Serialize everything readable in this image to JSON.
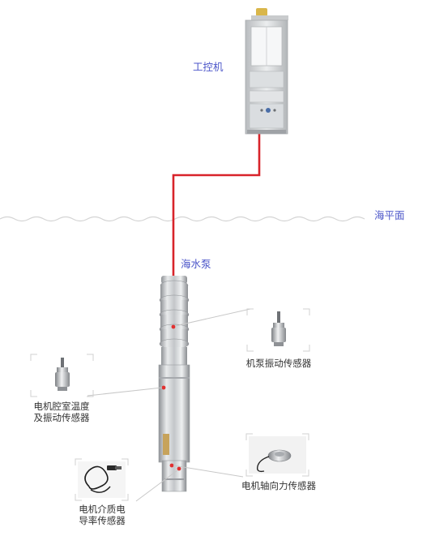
{
  "labels": {
    "ipc": "工控机",
    "sea_level": "海平面",
    "pump": "海水泵",
    "vibration_sensor": "机泵振动传感器",
    "cavity_sensor_line1": "电机腔室温度",
    "cavity_sensor_line2": "及振动传感器",
    "axial_sensor": "电机轴向力传感器",
    "conductivity_line1": "电机介质电",
    "conductivity_line2": "导率传感器"
  },
  "colors": {
    "cable": "#d8232a",
    "label_blue": "#4c56c9",
    "label_dark": "#333333",
    "leader_line": "#c8c8c8",
    "sensor_dot": "#e23030",
    "wave": "#d4d4d4"
  },
  "icons": {
    "cabinet": "industrial-control-cabinet-icon",
    "pump": "submersible-pump-icon",
    "sensor": "vibration-sensor-icon",
    "axial_sensor": "load-cell-icon",
    "conductivity": "cable-probe-icon"
  }
}
